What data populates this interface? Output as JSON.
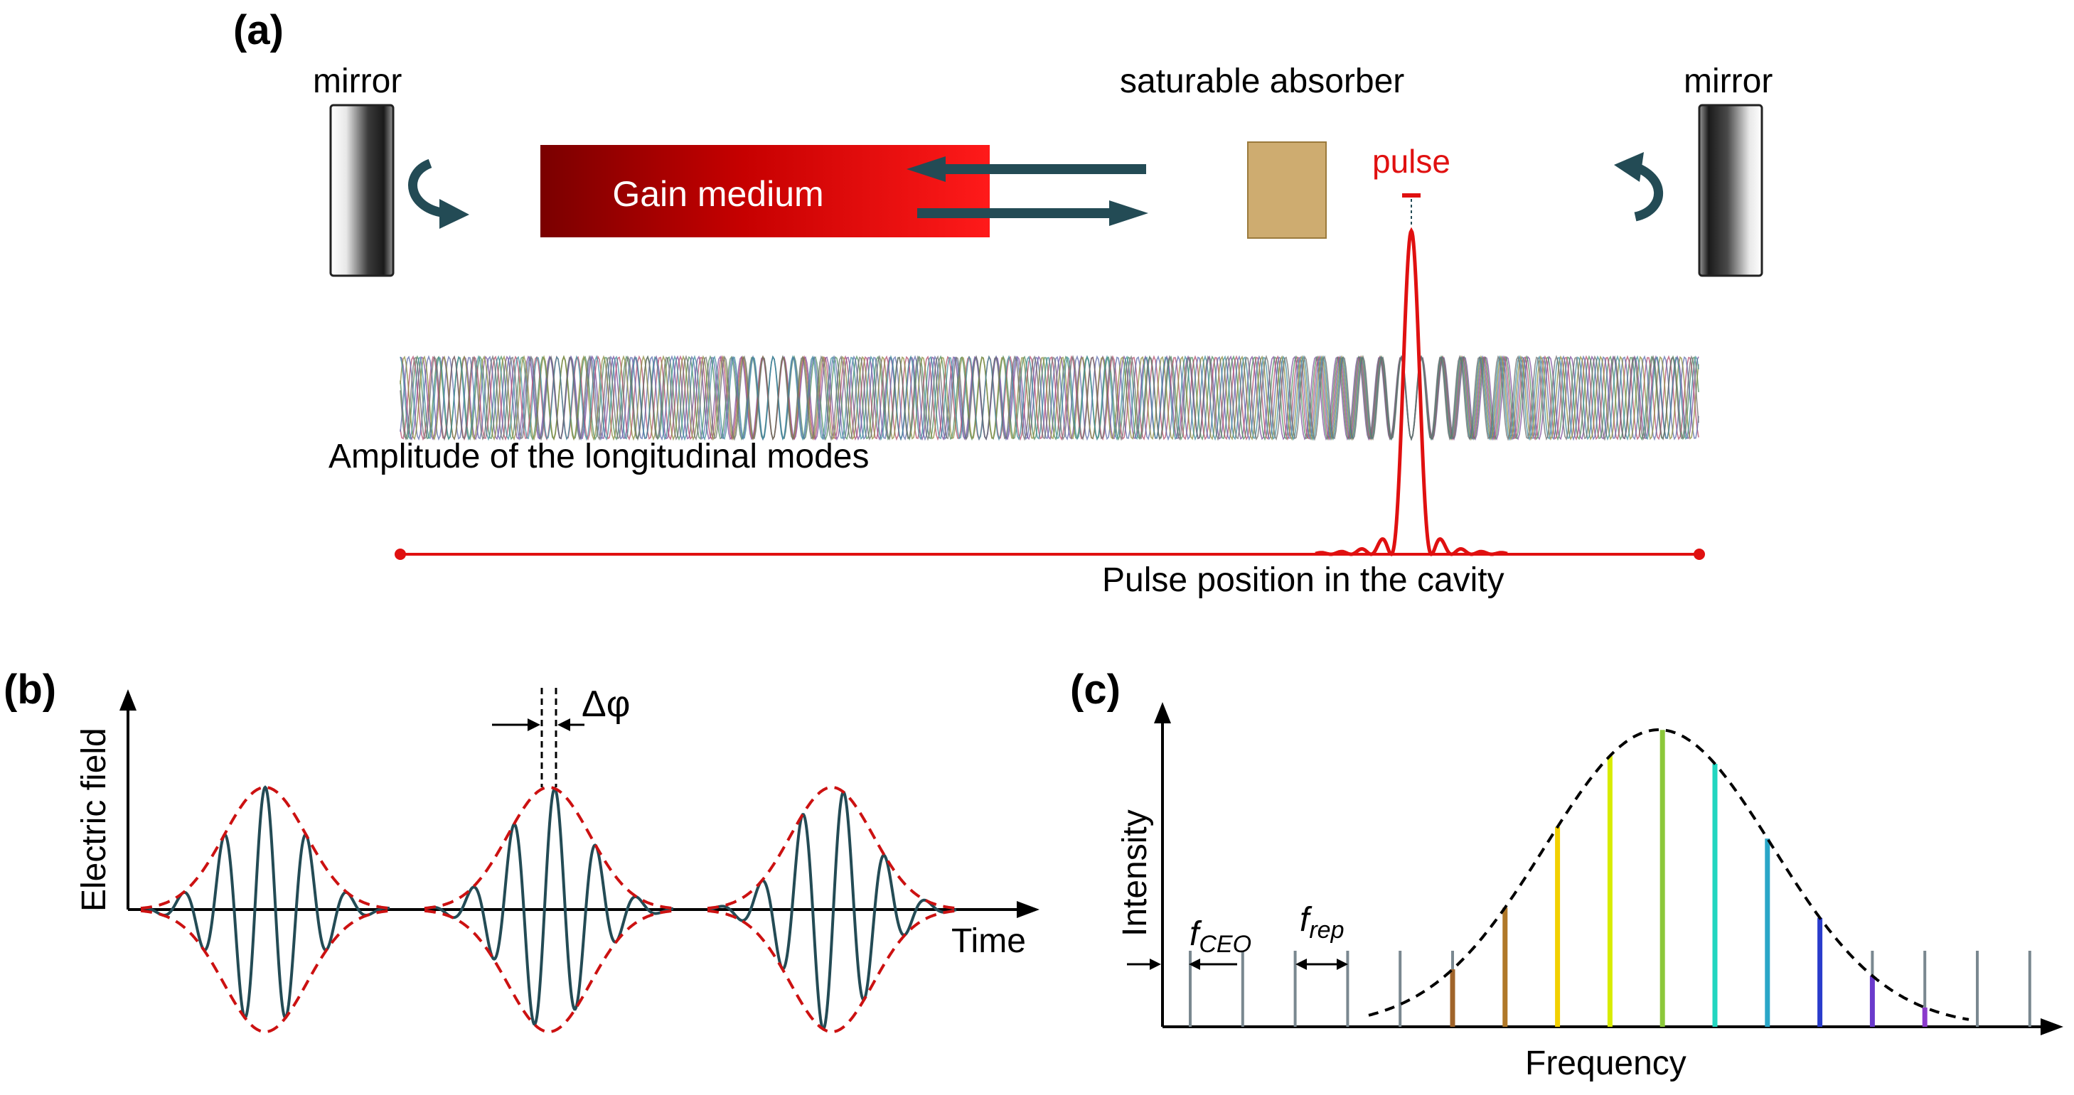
{
  "panel_a": {
    "label": "(a)",
    "mirror_left_label": "mirror",
    "mirror_right_label": "mirror",
    "saturable_absorber_label": "saturable absorber",
    "gain_medium_label": "Gain medium",
    "pulse_label": "pulse",
    "modes_label": "Amplitude of the longitudinal modes",
    "cavity_axis_label": "Pulse position in the cavity"
  },
  "panel_b": {
    "label": "(b)",
    "y_axis_label": "Electric field",
    "x_axis_label": "Time",
    "phase_shift_label": "Δφ",
    "pulse_count": 3
  },
  "panel_c": {
    "label": "(c)",
    "y_axis_label": "Intensity",
    "x_axis_label": "Frequency",
    "f_ceo_main": "f",
    "f_ceo_sub": "CEO",
    "f_rep_main": "f",
    "f_rep_sub": "rep",
    "comb_tooth_count": 17,
    "envelope": "gaussian"
  },
  "colors": {
    "arrow": "#234b55",
    "wave": "#234b55",
    "envelope_b": "#cc1111",
    "pulse": "#e01010",
    "gain_dark": "#7a0000",
    "gain_light": "#ff1a1a",
    "absorber": "#c9a565",
    "comb_gray": "#7a8890"
  }
}
